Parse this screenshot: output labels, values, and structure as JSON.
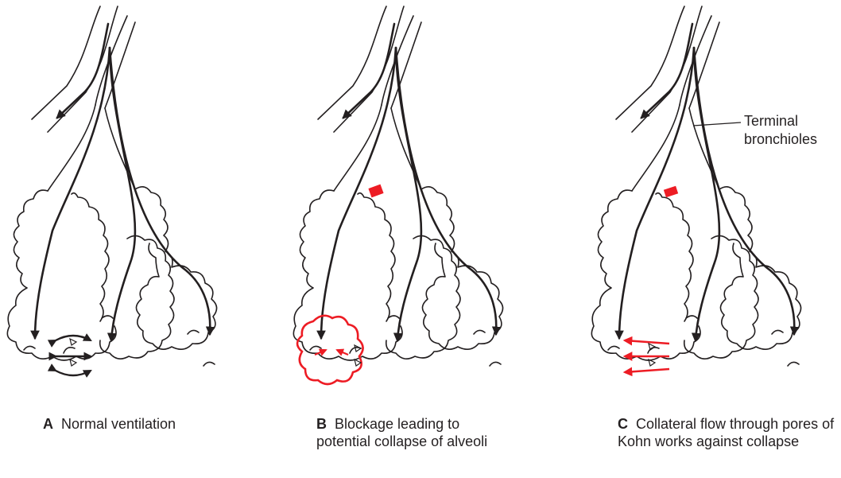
{
  "panels": [
    {
      "letter": "A",
      "caption": "Normal ventilation"
    },
    {
      "letter": "B",
      "caption": "Blockage leading to potential collapse of alveoli"
    },
    {
      "letter": "C",
      "caption": "Collateral flow through pores of Kohn works against collapse"
    }
  ],
  "labels": {
    "terminal_bronchioles": "Terminal bronchioles"
  },
  "colors": {
    "outline": "#231f20",
    "highlight": "#ed1c24"
  }
}
